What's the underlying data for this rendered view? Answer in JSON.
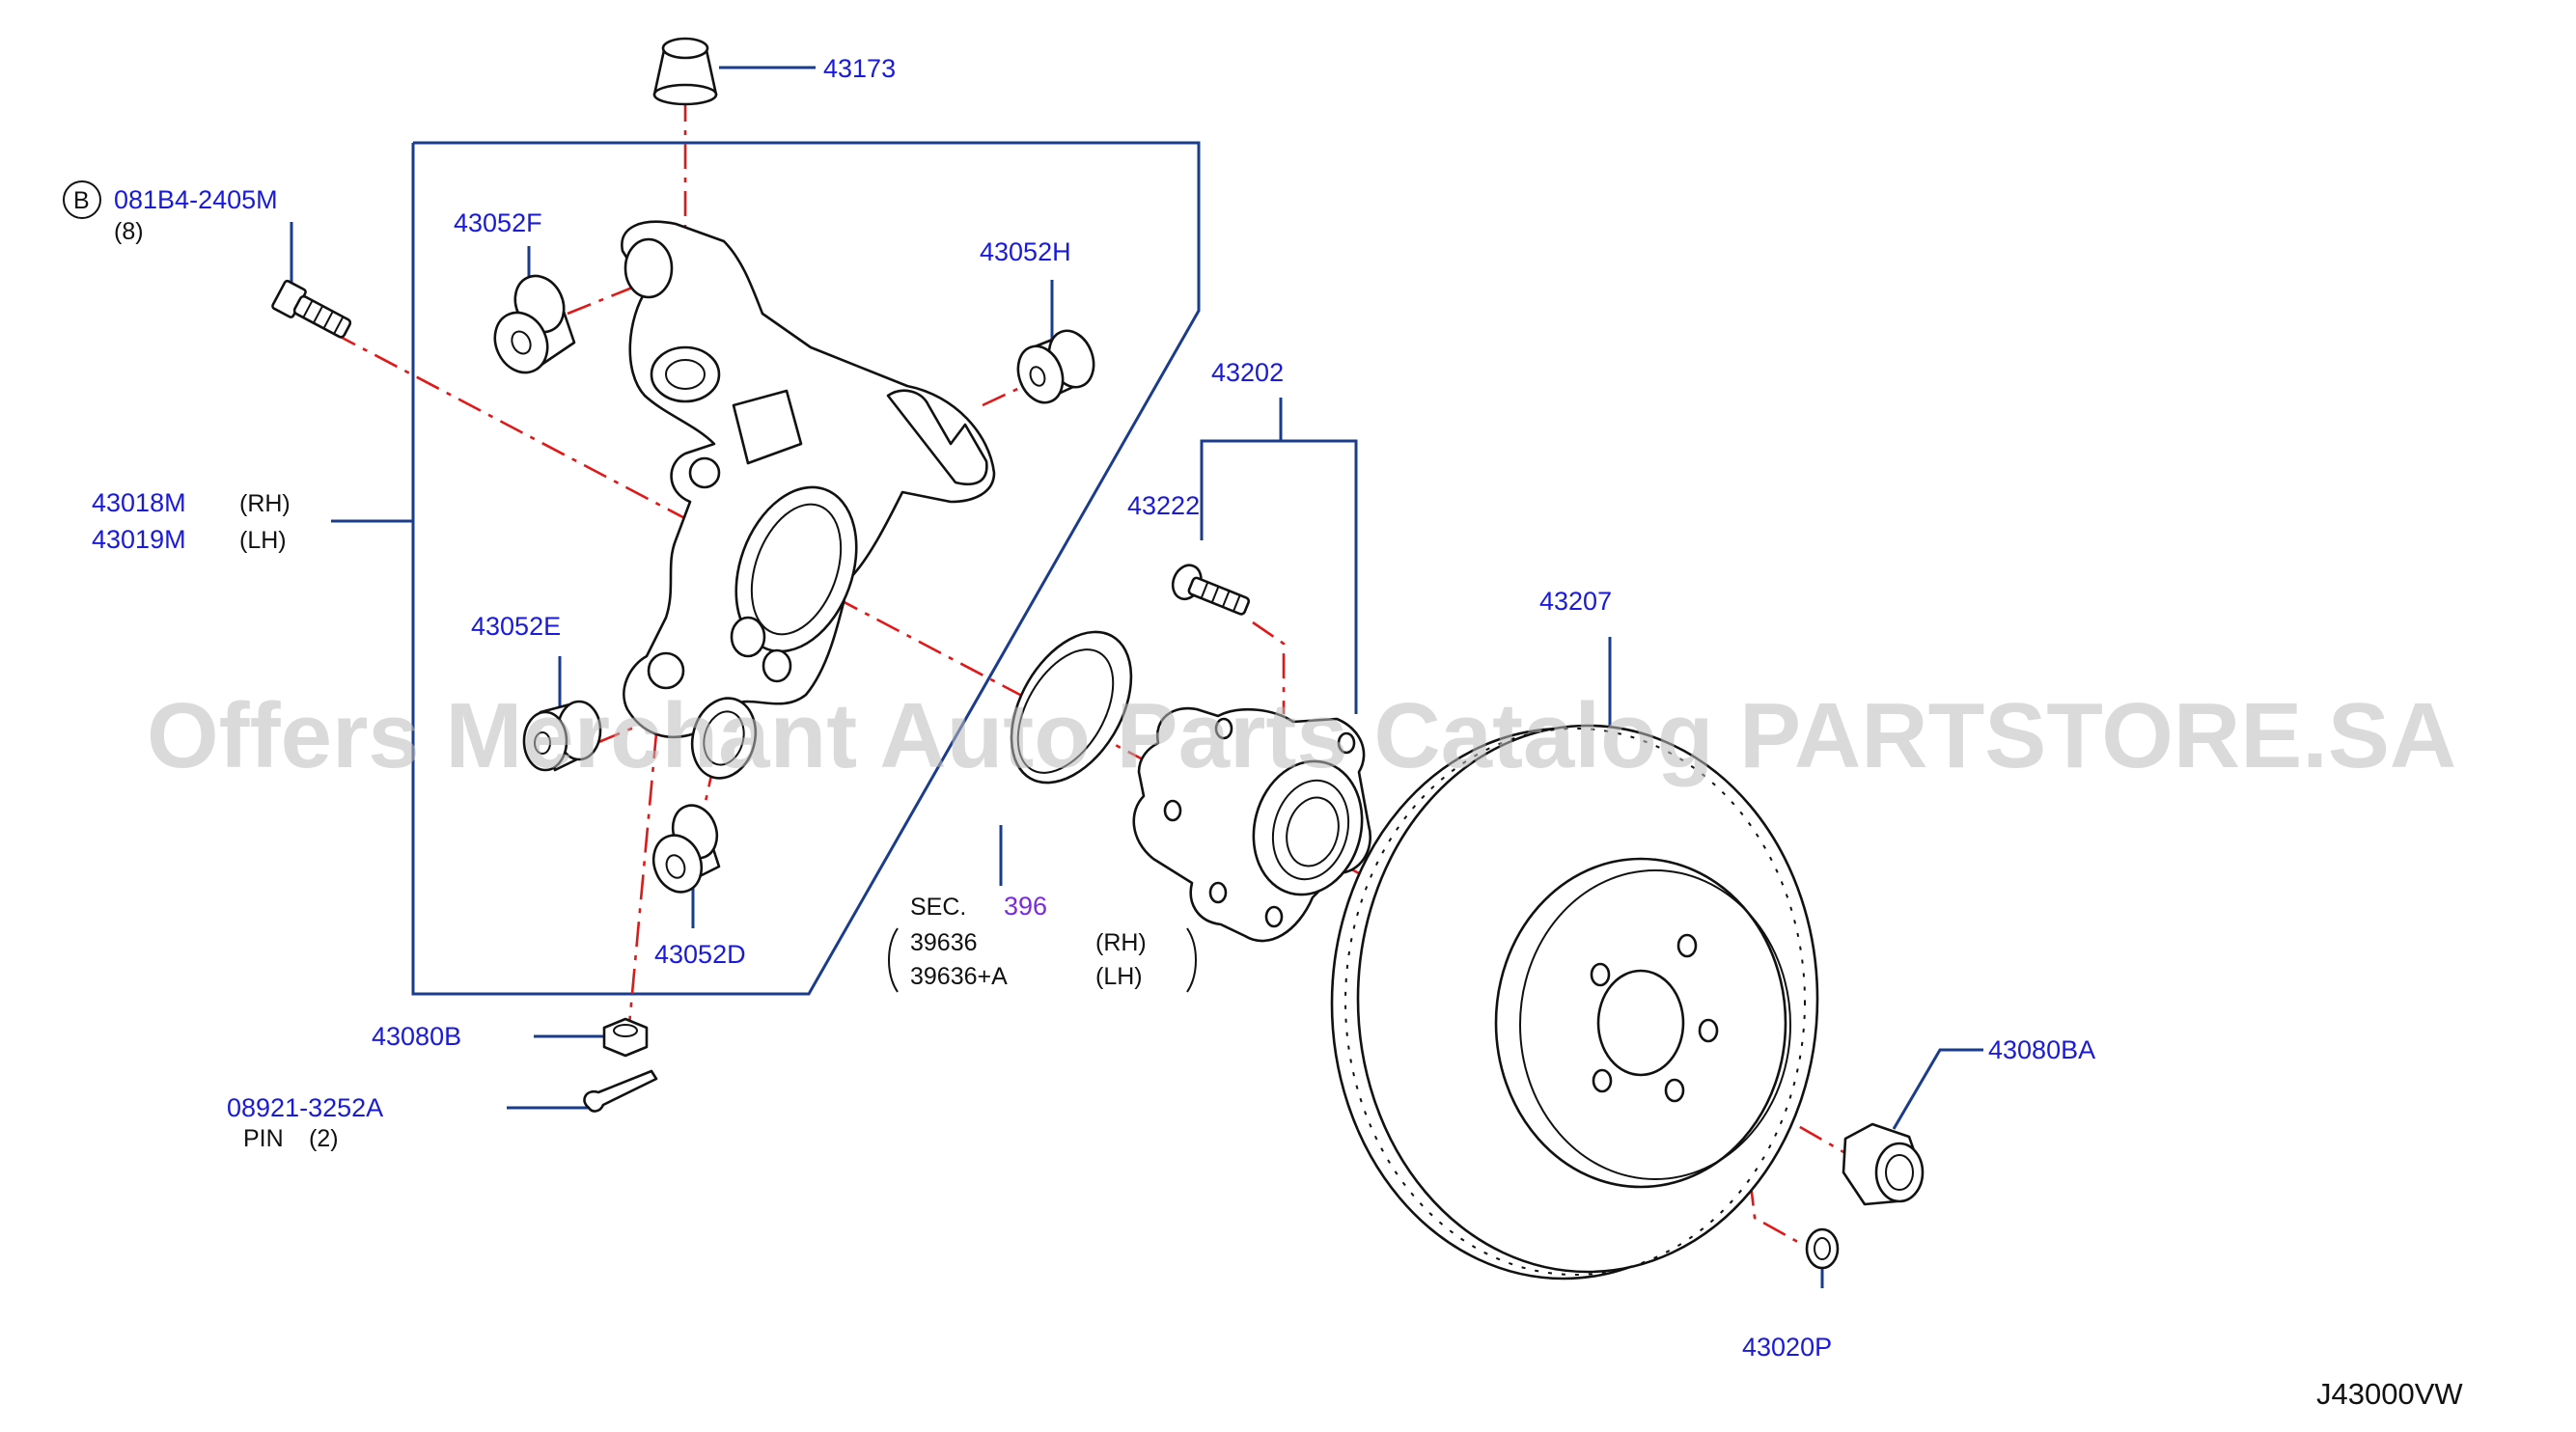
{
  "watermark": "Offers Merchant Auto Parts Catalog PARTSTORE.SA",
  "diagram_code": "J43000VW",
  "callouts": {
    "p43173": "43173",
    "bolt_circle": "B",
    "bolt_part": "081B4-2405M",
    "bolt_qty": "(8)",
    "p43052F": "43052F",
    "p43052H": "43052H",
    "p43018M": "43018M",
    "rh": "(RH)",
    "p43019M": "43019M",
    "lh": "(LH)",
    "p43202": "43202",
    "p43222": "43222",
    "p43207": "43207",
    "p43052E": "43052E",
    "p43052D": "43052D",
    "sec": "SEC.",
    "sec_num": "396",
    "p39636": "39636",
    "p39636A": "39636+A",
    "p43080B": "43080B",
    "p08921": "08921-3252A",
    "pin": "PIN",
    "pin_qty": "(2)",
    "p43080BA": "43080BA",
    "p43020P": "43020P"
  }
}
